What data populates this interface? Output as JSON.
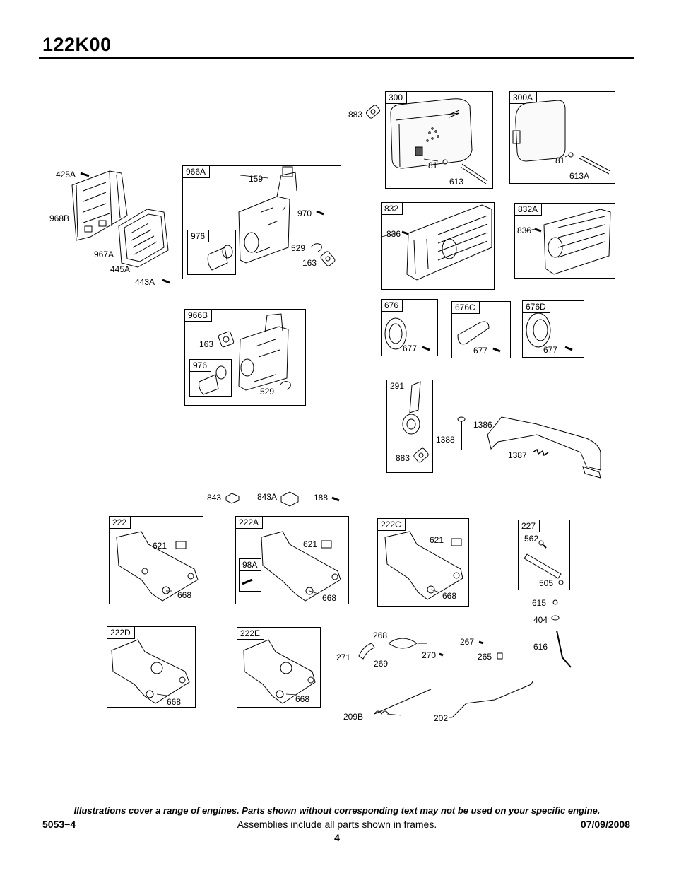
{
  "header": {
    "model": "122K00"
  },
  "frames": {
    "f300": "300",
    "f300A": "300A",
    "f966A": "966A",
    "f976a": "976",
    "f832": "832",
    "f832A": "832A",
    "f966B": "966B",
    "f976b": "976",
    "f676": "676",
    "f676C": "676C",
    "f676D": "676D",
    "f291": "291",
    "f222": "222",
    "f222A": "222A",
    "f98A": "98A",
    "f222C": "222C",
    "f227": "227",
    "f222D": "222D",
    "f222E": "222E"
  },
  "labels": {
    "l883a": "883",
    "l81a": "81",
    "l613": "613",
    "l81b": "81",
    "l613A": "613A",
    "l425A": "425A",
    "l968B": "968B",
    "l967A": "967A",
    "l445A": "445A",
    "l443A": "443A",
    "l159": "159",
    "l970": "970",
    "l529a": "529",
    "l163a": "163",
    "l836a": "836",
    "l836b": "836",
    "l163b": "163",
    "l529b": "529",
    "l677a": "677",
    "l677b": "677",
    "l677c": "677",
    "l883b": "883",
    "l1388": "1388",
    "l1386": "1386",
    "l1387": "1387",
    "l843": "843",
    "l843A": "843A",
    "l188": "188",
    "l621a": "621",
    "l668a": "668",
    "l621b": "621",
    "l668b": "668",
    "l621c": "621",
    "l668c": "668",
    "l562": "562",
    "l505": "505",
    "l615": "615",
    "l404": "404",
    "l616": "616",
    "l668d": "668",
    "l668e": "668",
    "l268": "268",
    "l271": "271",
    "l269": "269",
    "l270": "270",
    "l267": "267",
    "l265": "265",
    "l209B": "209B",
    "l202": "202"
  },
  "footer": {
    "disclaimer": "Illustrations cover a range of engines. Parts shown without corresponding text may not be used on your specific engine.",
    "doc_number": "5053−4",
    "note": "Assemblies include all parts shown in frames.",
    "date": "07/09/2008",
    "page": "4"
  }
}
